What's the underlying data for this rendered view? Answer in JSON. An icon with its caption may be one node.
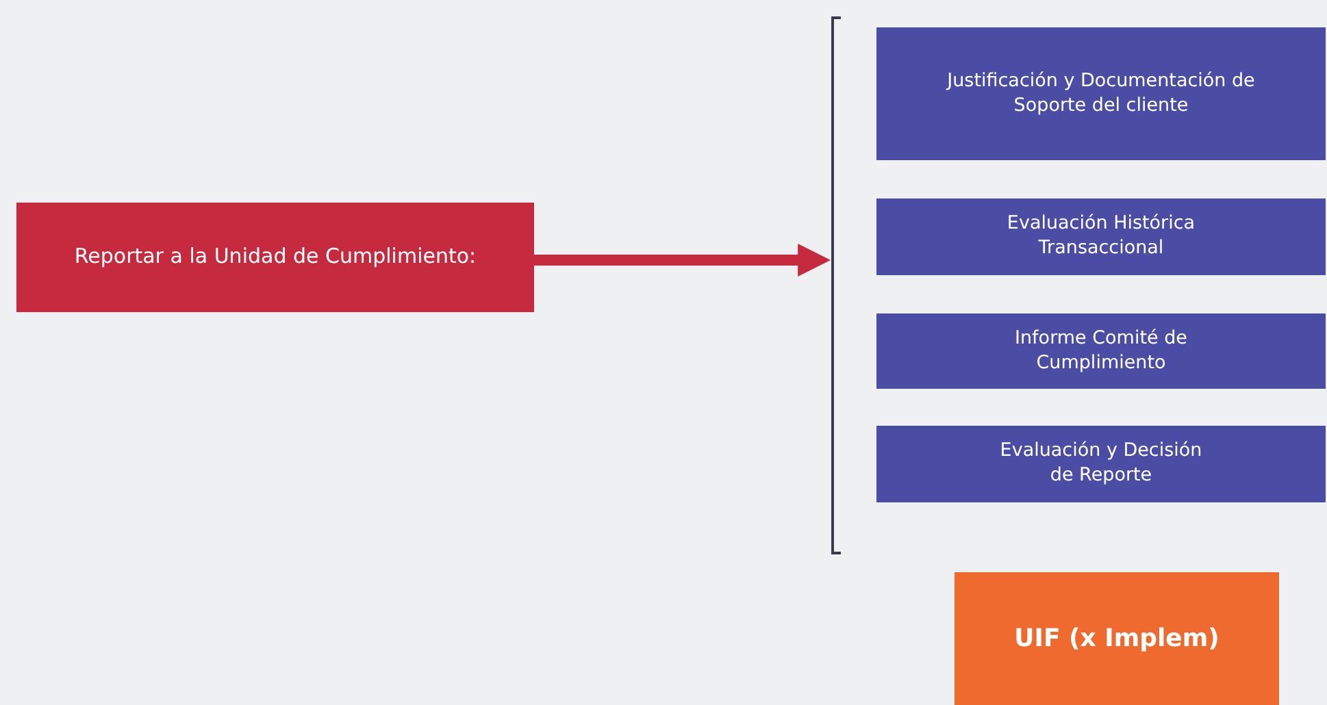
{
  "diagram": {
    "nodes": [
      {
        "text": [
          "Reportar a la Unidad de Cumplimiento:"
        ]
      },
      {
        "text": [
          "Justificación y Documentación de Soporte del cliente"
        ]
      },
      {
        "text": [
          "Evaluación Histórica Transaccional"
        ]
      },
      {
        "text": [
          "Informe Comité de Cumplimiento"
        ]
      },
      {
        "text": [
          "Evaluación y Decisión de Reporte"
        ]
      },
      {
        "text": [
          "UIF (x Implem)"
        ]
      },
      {
        "text": [],
        "shape": "bar"
      }
    ],
    "edges": [
      {
        "from": 0,
        "to": 6,
        "arrow": "to"
      }
    ]
  }
}
